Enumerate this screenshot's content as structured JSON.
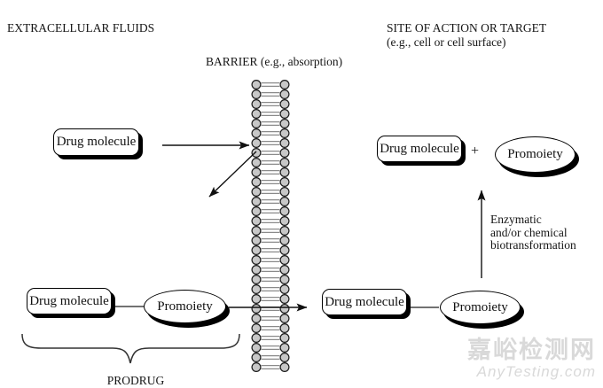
{
  "headers": {
    "extracellular_fluids": "EXTRACELLULAR FLUIDS",
    "barrier": "BARRIER (e.g., absorption)",
    "site_of_action_line1": "SITE OF ACTION OR TARGET",
    "site_of_action_line2": "(e.g., cell or cell surface)"
  },
  "diagram": {
    "top_left_drug": "Drug molecule",
    "top_right_drug": "Drug molecule",
    "plus_sign": "+",
    "top_right_promoiety": "Promoiety",
    "bottom_left_drug": "Drug molecule",
    "bottom_left_promoiety": "Promoiety",
    "bottom_right_drug": "Drug molecule",
    "bottom_right_promoiety": "Promoiety",
    "prodrug_label": "PRODRUG",
    "biotransformation_line1": "Enzymatic",
    "biotransformation_line2": "and/or chemical",
    "biotransformation_line3": "biotransformation"
  },
  "watermark": {
    "site_name_cn": "嘉峪检测网",
    "site_name_en": "AnyTesting.com"
  },
  "colors": {
    "membrane_fill": "#c8c8c8",
    "membrane_stroke": "#1a1a1a",
    "connector_gray": "#8a8a8a",
    "line_color": "#111111",
    "watermark_color": "#d9d9d9"
  }
}
